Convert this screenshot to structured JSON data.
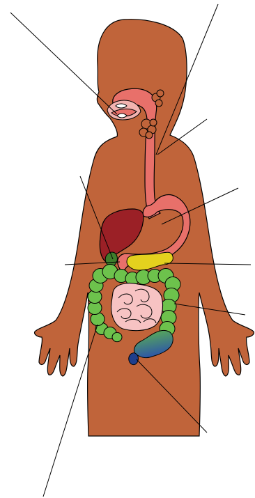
{
  "diagram": {
    "kind": "unlabeled digestive system diagram",
    "colors": {
      "skin": "#C0643A",
      "outline": "#000000",
      "mouth_esophagus_stomach": "#E8706A",
      "mouth_interior": "#F2B3B0",
      "salivary_glands": "#C0643A",
      "liver": "#9B2026",
      "gallbladder": "#3E7E2C",
      "pancreas": "#E4D11E",
      "large_intestine": "#6DC24C",
      "small_intestine": "#F7C3C3",
      "rectum_gradient_top": "#5FB84A",
      "rectum_gradient_bottom": "#2E57A7",
      "anus": "#1F3E8C",
      "label_lines": "#000000",
      "background": "#FFFFFF"
    },
    "organs": [
      {
        "id": "mouth",
        "icon": "mouth"
      },
      {
        "id": "salivary-glands",
        "icon": "gland-cluster"
      },
      {
        "id": "esophagus",
        "icon": "tube"
      },
      {
        "id": "stomach",
        "icon": "stomach"
      },
      {
        "id": "liver",
        "icon": "liver"
      },
      {
        "id": "gallbladder",
        "icon": "sac"
      },
      {
        "id": "pancreas",
        "icon": "pancreas"
      },
      {
        "id": "large-intestine",
        "icon": "colon"
      },
      {
        "id": "small-intestine",
        "icon": "coils"
      },
      {
        "id": "rectum",
        "icon": "rectum"
      },
      {
        "id": "anus",
        "icon": "anus"
      }
    ]
  }
}
